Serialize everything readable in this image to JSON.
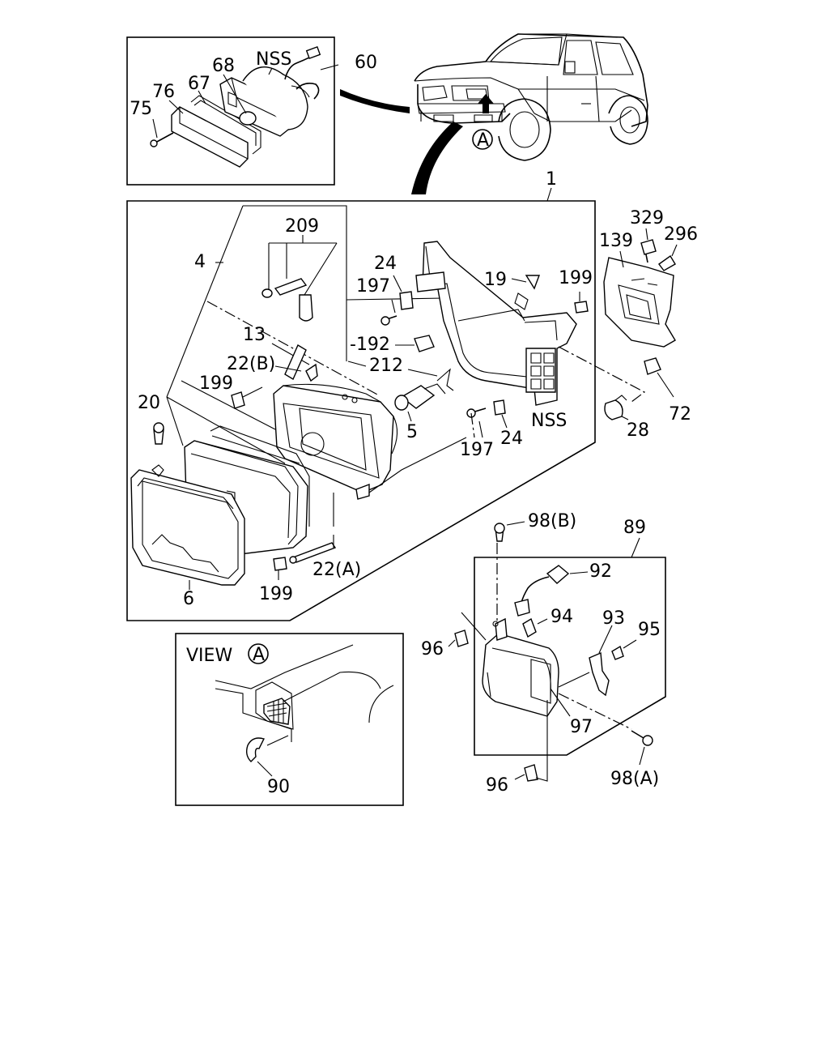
{
  "diagram": {
    "callouts": {
      "c1": "1",
      "c4": "4",
      "c5": "5",
      "c6": "6",
      "c13": "13",
      "c19": "19",
      "c20": "20",
      "c22a": "22(A)",
      "c22b": "22(B)",
      "c24a": "24",
      "c24b": "24",
      "c28": "28",
      "c60": "60",
      "c67": "67",
      "c68": "68",
      "c72": "72",
      "c75": "75",
      "c76": "76",
      "c89": "89",
      "c90": "90",
      "c92": "92",
      "c93": "93",
      "c94": "94",
      "c95": "95",
      "c96a": "96",
      "c96b": "96",
      "c97": "97",
      "c98a": "98(A)",
      "c98b": "98(B)",
      "c139": "139",
      "c192": "-192",
      "c197a": "197",
      "c197b": "197",
      "c199a": "199",
      "c199b": "199",
      "c199c": "199",
      "c209": "209",
      "c212": "212",
      "c296": "296",
      "c329": "329",
      "nss1": "NSS",
      "nss2": "NSS",
      "view_label": "VIEW",
      "circle_a1": "A",
      "circle_a2": "A"
    }
  }
}
